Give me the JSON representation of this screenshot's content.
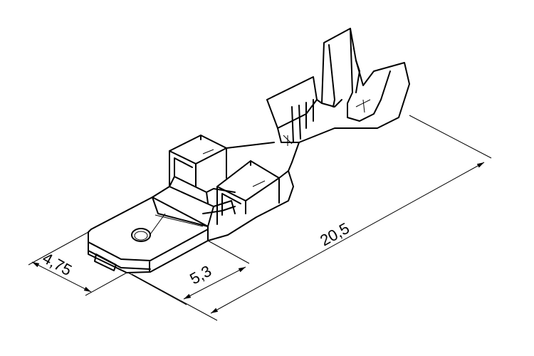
{
  "dimensions": {
    "tab_width": "4,75",
    "tab_length": "5,3",
    "overall_length": "20,5"
  }
}
